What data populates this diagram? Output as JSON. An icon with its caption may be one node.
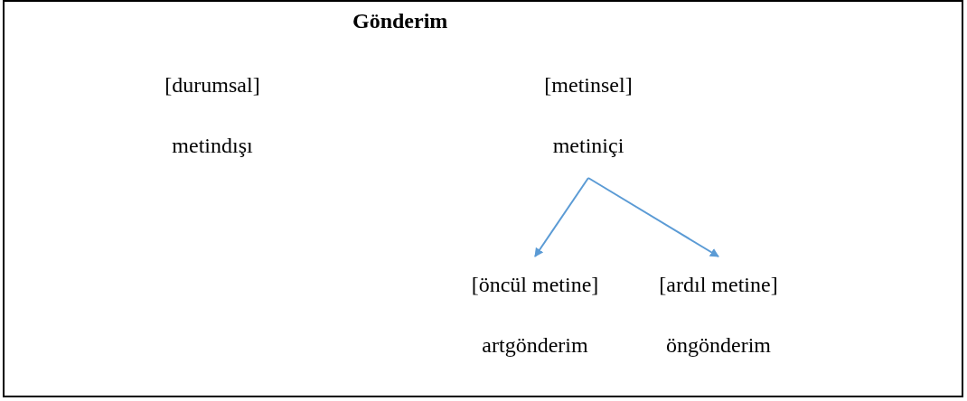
{
  "diagram": {
    "title": "Gönderim",
    "nodes": [
      {
        "text": [
          "[durumsal]",
          "metindışı"
        ]
      },
      {
        "text": [
          "[metinsel]",
          "metiniçi"
        ]
      },
      {
        "text": [
          "[öncül metine]",
          "artgönderim"
        ]
      },
      {
        "text": [
          "[ardıl metine]",
          "öngönderim"
        ]
      }
    ],
    "edges": [
      {
        "from": 1,
        "to": 2,
        "arrow": "to"
      },
      {
        "from": 1,
        "to": 3,
        "arrow": "to"
      }
    ]
  }
}
